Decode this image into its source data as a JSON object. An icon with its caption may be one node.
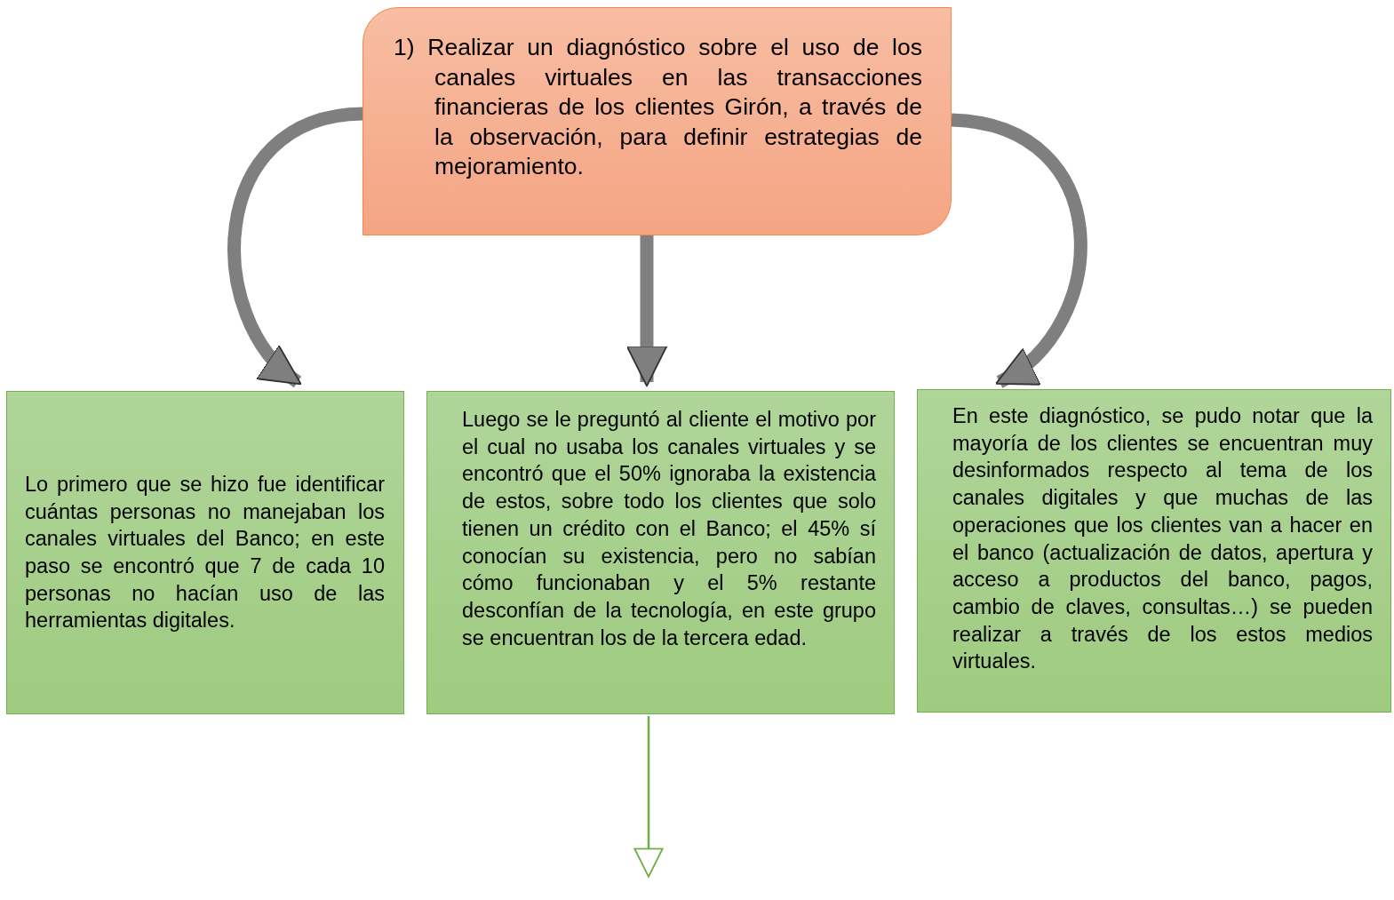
{
  "diagram": {
    "nodes": [
      {
        "text": [
          "1) Realizar un diagnóstico sobre el uso de los canales virtuales en las transacciones financieras de los clientes Girón, a través de la observación, para definir estrategias de mejoramiento."
        ]
      },
      {
        "text": [
          "Lo primero que se hizo fue identificar cuántas personas no manejaban los canales virtuales del Banco; en este paso se encontró que 7 de cada 10 personas no hacían uso de las herramientas digitales."
        ]
      },
      {
        "text": [
          "Luego se le preguntó al cliente el motivo por el cual no usaba los canales virtuales y se encontró que el 50% ignoraba la existencia de estos, sobre todo los clientes que solo tienen un crédito con el Banco; el 45% sí conocían su existencia, pero no sabían cómo funcionaban y el 5% restante desconfían de la tecnología, en este grupo se encuentran los de la tercera edad."
        ]
      },
      {
        "text": [
          "En este diagnóstico, se pudo notar que la mayoría de los clientes se encuentran muy desinformados respecto al tema de los canales digitales y que muchas de las operaciones que los clientes van a hacer en el banco (actualización de datos, apertura y acceso a productos del banco, pagos, cambio de claves, consultas…) se pueden realizar a través de los estos medios virtuales."
        ]
      }
    ],
    "edges": [
      {
        "from": 0,
        "to": 1,
        "arrow": "to"
      },
      {
        "from": 0,
        "to": 2,
        "arrow": "to"
      },
      {
        "from": 0,
        "to": 3,
        "arrow": "to"
      },
      {
        "from": 2,
        "to": null,
        "arrow": "to",
        "color": "#70ad47"
      }
    ]
  }
}
